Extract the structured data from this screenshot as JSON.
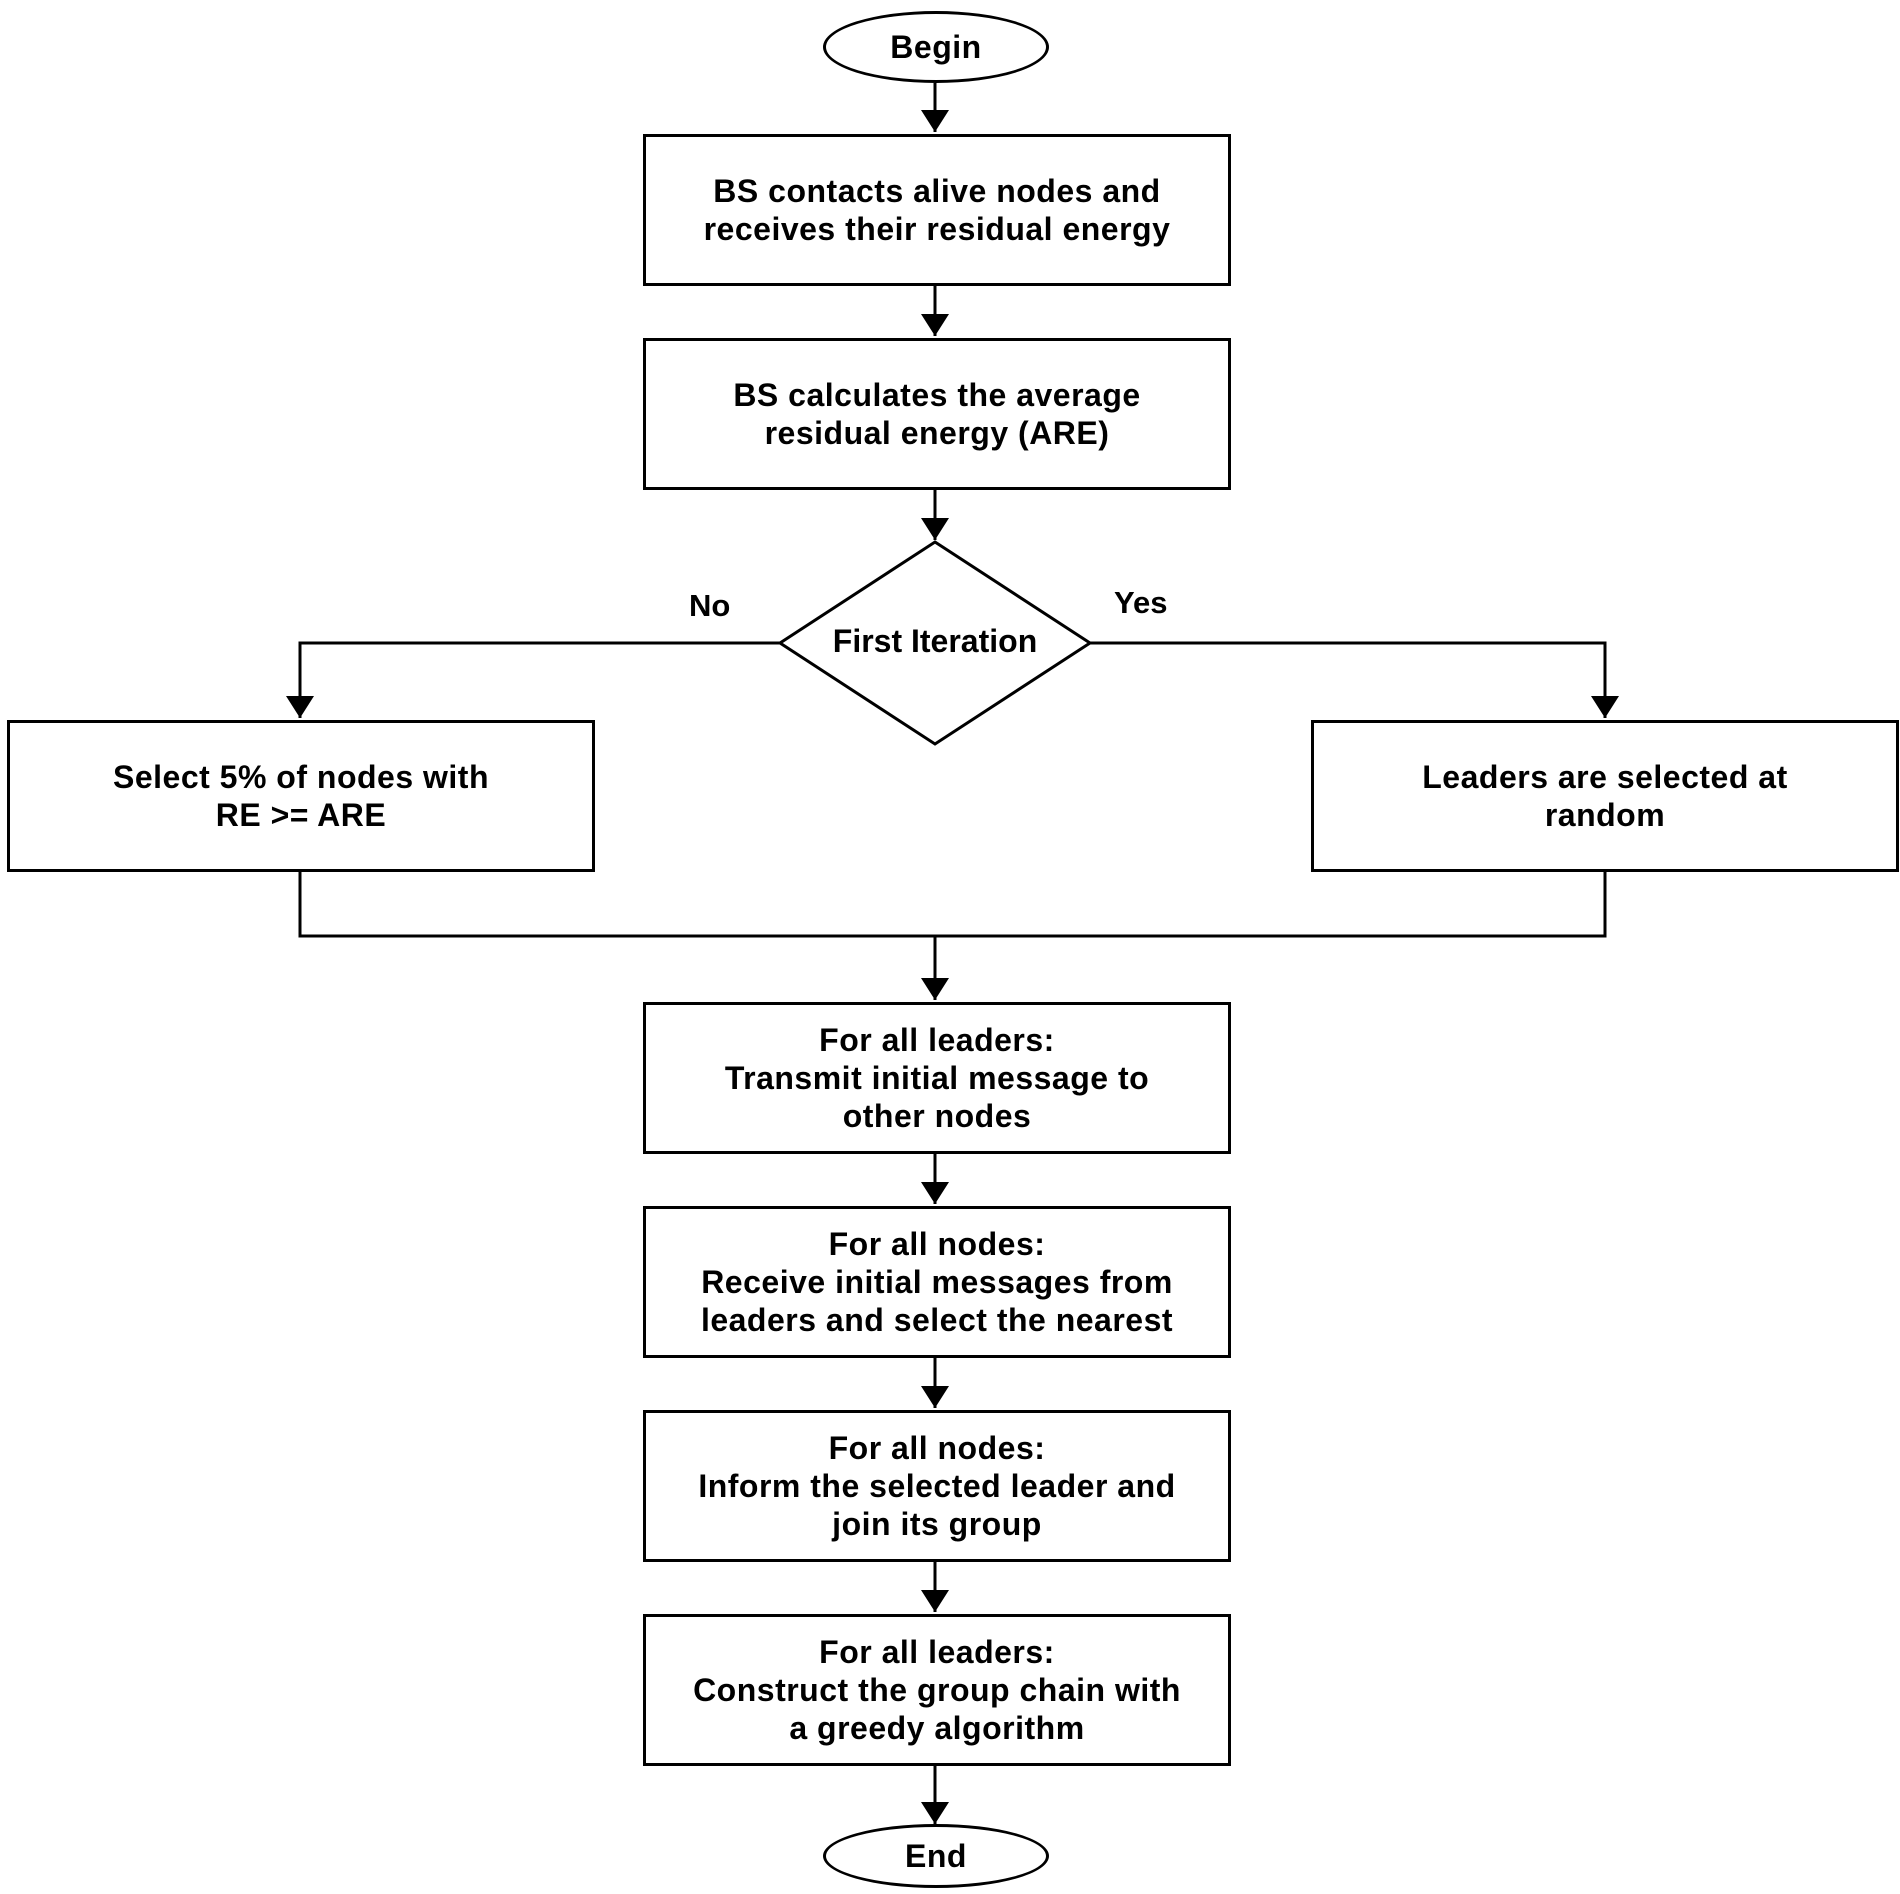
{
  "start": {
    "label": "Begin"
  },
  "end": {
    "label": "End"
  },
  "steps": {
    "contact": {
      "lines": [
        "BS contacts alive nodes and",
        "receives their residual energy"
      ]
    },
    "average": {
      "lines": [
        "BS calculates the average",
        "residual energy (ARE)"
      ]
    },
    "select_percent": {
      "lines": [
        "Select 5% of nodes with",
        "RE >= ARE"
      ]
    },
    "random_leaders": {
      "lines": [
        "Leaders are selected at",
        "random"
      ]
    },
    "transmit": {
      "lines": [
        "For all leaders:",
        "Transmit initial message to",
        "other nodes"
      ]
    },
    "receive": {
      "lines": [
        "For all nodes:",
        "Receive initial messages from",
        "leaders and select the nearest"
      ]
    },
    "inform": {
      "lines": [
        "For all nodes:",
        "Inform the selected leader and",
        "join its group"
      ]
    },
    "construct": {
      "lines": [
        "For all leaders:",
        "Construct the group chain with",
        "a greedy algorithm"
      ]
    }
  },
  "decision": {
    "label": "First Iteration",
    "no_label": "No",
    "yes_label": "Yes"
  }
}
